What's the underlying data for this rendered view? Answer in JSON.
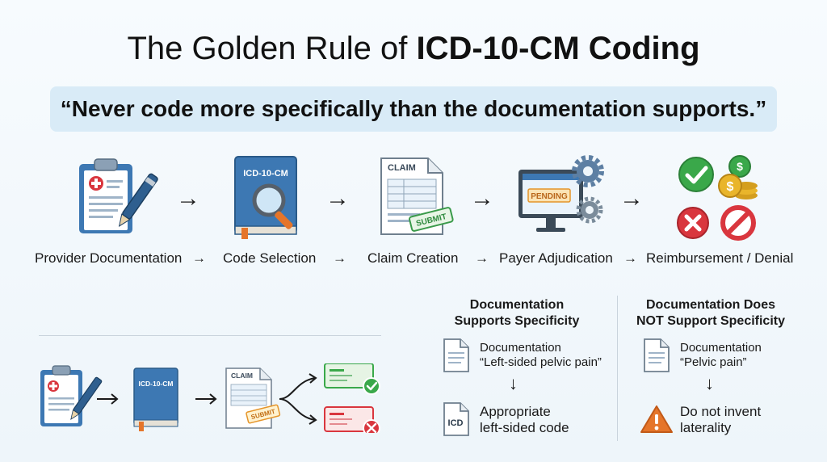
{
  "title": {
    "normal": "The Golden Rule of ",
    "bold": "ICD-10-CM Coding"
  },
  "quote": "“Never code more specifically than the documentation supports.”",
  "flow": {
    "arrow": "→",
    "book_label": "ICD-10-CM",
    "claim_label": "CLAIM",
    "submit_label": "SUBMIT",
    "pending_label": "PENDING",
    "steps": [
      "Provider Documentation",
      "Code Selection",
      "Claim Creation",
      "Payer Adjudication",
      "Reimbursement / Denial"
    ]
  },
  "mini_flow": {
    "book_label": "ICD-10-CM",
    "claim_label": "CLAIM",
    "submit_label": "SUBMIT"
  },
  "comparison": {
    "left": {
      "heading_line1": "Documentation",
      "heading_line2": "Supports Specificity",
      "doc_line1": "Documentation",
      "doc_line2": "“Left-sided pelvic pain”",
      "arrow": "↓",
      "icd_label": "ICD",
      "result_line1": "Appropriate",
      "result_line2": "left-sided code"
    },
    "right": {
      "heading_line1": "Documentation Does",
      "heading_line2": "NOT Support Specificity",
      "doc_line1": "Documentation",
      "doc_line2": "“Pelvic pain”",
      "arrow": "↓",
      "result_line1": "Do not invent",
      "result_line2": "laterality"
    }
  },
  "colors": {
    "accent_blue": "#3d78b3",
    "quote_bg": "#d9ebf7",
    "success_green": "#3aa84a",
    "error_red": "#d9363e",
    "warning_orange": "#e5752a",
    "coin_gold": "#e9b52b"
  }
}
